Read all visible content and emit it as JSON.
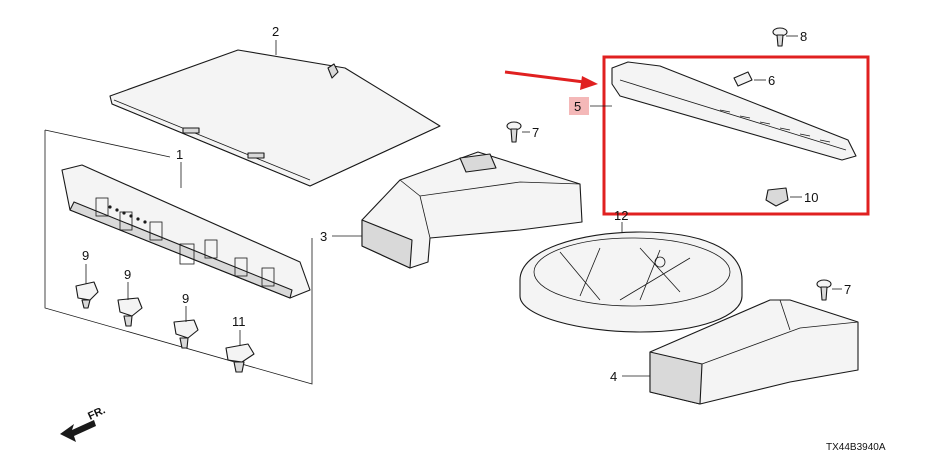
{
  "diagram": {
    "code": "TX44B3940A",
    "front_label": "FR.",
    "callouts": {
      "c1": "1",
      "c2": "2",
      "c3": "3",
      "c4": "4",
      "c5": "5",
      "c6": "6",
      "c7a": "7",
      "c7b": "7",
      "c8": "8",
      "c9a": "9",
      "c9b": "9",
      "c9c": "9",
      "c10": "10",
      "c11": "11",
      "c12": "12"
    },
    "highlight_color": "#e02020",
    "callout_5_bg": "#f4b8b8"
  }
}
